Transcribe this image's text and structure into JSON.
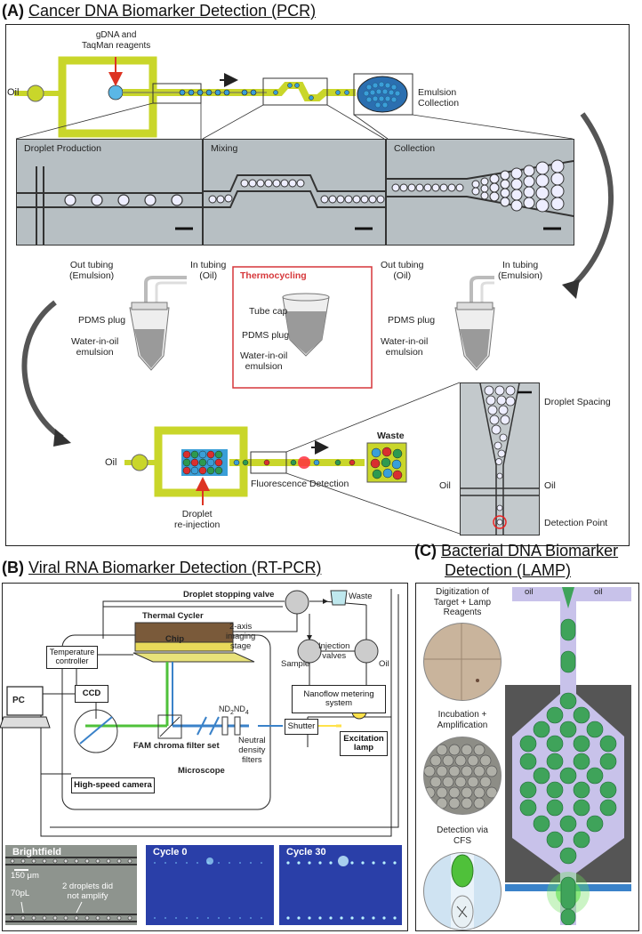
{
  "panel_a": {
    "letter": "(A)",
    "title": "Cancer DNA Biomarker Detection (PCR)",
    "oil_left": "Oil",
    "reagents": "gDNA and\nTaqMan reagents",
    "emulsion_collection": "Emulsion\nCollection",
    "micro_titles": [
      "Droplet Production",
      "Mixing",
      "Collection"
    ],
    "tube_left": {
      "out": "Out tubing\n(Emulsion)",
      "in": "In tubing\n(Oil)",
      "plug": "PDMS plug",
      "emulsion": "Water-in-oil\nemulsion"
    },
    "thermo": {
      "title": "Thermocycling",
      "cap": "Tube cap",
      "plug": "PDMS plug",
      "emulsion": "Water-in-oil\nemulsion"
    },
    "tube_right": {
      "out": "Out tubing\n(Oil)",
      "in": "In tubing\n(Emulsion)",
      "plug": "PDMS plug",
      "emulsion": "Water-in-oil\nemulsion"
    },
    "oil_bottom": "Oil",
    "waste": "Waste",
    "fluorescence": "Fluorescence Detection",
    "reinjection": "Droplet\nre-injection",
    "spacing": {
      "droplet_spacing": "Droplet Spacing",
      "oil_left": "Oil",
      "oil_right": "Oil",
      "detection_point": "Detection Point"
    }
  },
  "panel_b": {
    "letter": "(B)",
    "title": "Viral RNA Biomarker Detection (RT-PCR)",
    "stopping_valve": "Droplet stopping valve",
    "waste": "Waste",
    "thermal_cycler": "Thermal Cycler",
    "chip": "Chip",
    "imaging_stage": "2-axis\nimaging\nstage",
    "temperature_controller": "Temperature\ncontroller",
    "sample": "Sample",
    "injection_valves": "Injection\nvalves",
    "oil": "Oil",
    "nanoflow": "Nanoflow metering\nsystem",
    "pc": "PC",
    "ccd": "CCD",
    "nd": "ND",
    "nd_sub1": "2",
    "nd_sub2": "4",
    "neutral_density": "Neutral\ndensity\nfilters",
    "shutter": "Shutter",
    "excitation": "Excitation\nlamp",
    "fam": "FAM chroma filter set",
    "microscope": "Microscope",
    "camera": "High-speed camera",
    "images": {
      "brightfield": "Brightfield",
      "cycle0": "Cycle 0",
      "cycle30": "Cycle 30"
    },
    "scale": "150 μm",
    "volume": "70pL",
    "note": "2 droplets did\nnot amplify"
  },
  "panel_c": {
    "letter": "(C)",
    "title_line1": "Bacterial DNA Biomarker",
    "title_line2": "Detection (LAMP)",
    "step1": "Digitization of\nTarget + Lamp\nReagents",
    "step2": "Incubation +\nAmplification",
    "step3": "Detection via\nCFS",
    "oil_left": "oil",
    "oil_right": "oil"
  },
  "colors": {
    "chip_yellow": "#c9d62a",
    "droplet_blue": "#3a9fd8",
    "droplet_green": "#2d9a50",
    "droplet_red": "#d92f2f",
    "thermo_red": "#d6373a",
    "laser_green": "#4fc13a",
    "lamp_green": "#3fa35a",
    "lamp_purple": "#c8c2ea",
    "cycle_blue": "#2a3fa8"
  }
}
